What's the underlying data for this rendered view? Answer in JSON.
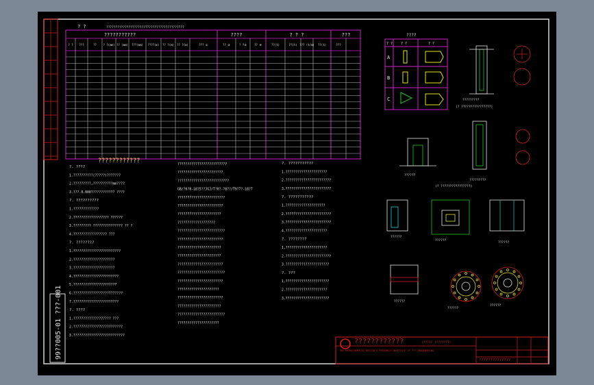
{
  "sheet": {
    "drawing_number": "99??005-01 ???-001",
    "table_title": "?  ?",
    "table_subtitle": "??????????????????????????????????????????",
    "group_headers": [
      "???????????",
      "????",
      "? ? ?",
      "???"
    ],
    "column_headers": [
      "? ?",
      "???",
      "??",
      "? ?(mm)",
      "?? (mm)",
      "???(mm)",
      "????(m)",
      "?? ?(m)",
      "?? ?(m)",
      "??? ①",
      "?? ②",
      "? ?③",
      "?? ④",
      "??(t)",
      "??(t)",
      "??? (t/m)",
      "??(t)",
      "???"
    ],
    "notes_title": "????????????",
    "notes_col1": [
      "?. ????",
      "1.??????????(?????)???????",
      "2.?????????,??????????mm????",
      "3.???.0.000???????????? ????",
      "?. ??????????",
      "1.?????????????",
      "2.?????????????????? ??????",
      "3.????????? ??????????????? ?? ?",
      "4.????????????????? ???",
      "?. ????????",
      "1.????????????????????????",
      "2.?????????????????????",
      "3.?????????????????????",
      "4.???????????????????????",
      "5.??????????????????????",
      "6.?????????????????????????",
      "7.???????????????????????",
      "?. ????",
      "1.??????????????????? ???",
      "2.?????????????????????????",
      "3.??????????????????????????"
    ],
    "notes_col2": [
      "?????????????????????????",
      "???????????????????????",
      "??????????????????????????",
      "GB/?6?8-18?5??JGJ/T?0?-?8??/T9?7?-18?7",
      "????????????????????????",
      "???????????????????????",
      "??????????????????????",
      "???????????????????",
      "????????????????????????",
      "???????????????????????",
      "??????????????????????",
      "??????????????????????",
      "???????????????????????",
      "????????????????????????",
      "???????????????????????",
      "?????????????????????",
      "???????????????????????",
      "??????????????????????",
      "????????????????????????",
      "?????????????????????"
    ],
    "notes_col3": [
      "?. ???????????",
      "1.?????????????????????",
      "2.???????????????????????",
      "3.???????????????????????",
      "?. ???????????",
      "1.????????????????????",
      "2.???????????????????????",
      "3.???????????????????????",
      "4.?????????????????????",
      "?. ????????",
      "1.?????????????????????",
      "2.???????????????????????",
      "3.??????????????????????",
      "?. ???",
      "1.??????????????????????",
      "2.?????????????????????",
      "3.??????????????????????"
    ],
    "legend_title": "????",
    "legend_rows": [
      "A",
      "B",
      "C"
    ],
    "legend_headers": [
      "? ?",
      "? ?",
      "? ?"
    ],
    "detail_labels": [
      "(? ????????????????)",
      "?????????",
      "(? ????????????????)",
      "??????",
      "?????????",
      "??????"
    ],
    "title_block": {
      "institute_cn": "????????????",
      "institute_en": "THE PETROCHEMICAL DESIGN & RESEARCH INSTITUTE OF ??? ENGINEERING",
      "drawing_title": "??????????????",
      "project_code": "(????? ????????)"
    }
  },
  "colors": {
    "window_bg": "#7c8796",
    "sheet_bg": "#000000",
    "table_magenta": "#d01fd0",
    "line_white": "#e6e6e6",
    "frame_red": "#d81e1e",
    "accent_yellow": "#e8e21e",
    "accent_green": "#1ec81e",
    "accent_cyan": "#1ed0d0"
  }
}
